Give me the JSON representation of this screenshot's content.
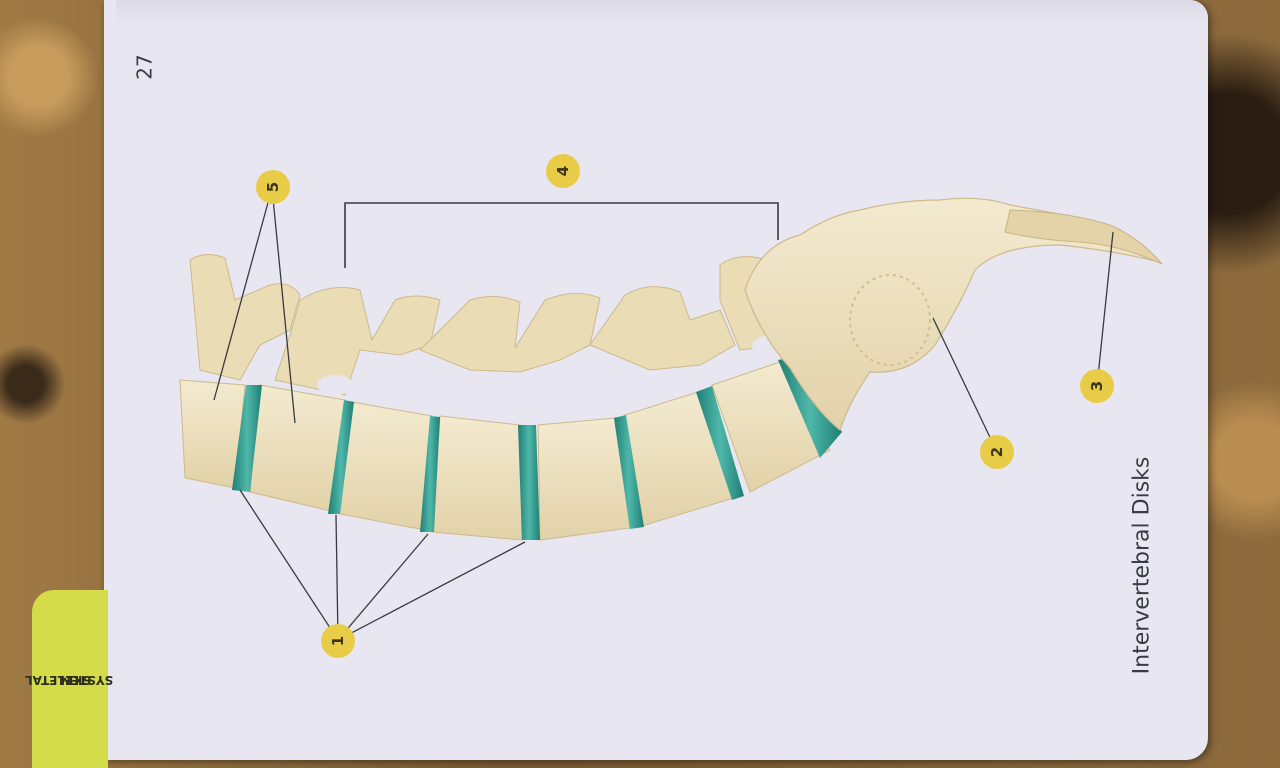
{
  "card": {
    "page_number": "27",
    "tab_label_line1": "SKELETAL",
    "tab_label_line2": "SYSTEM",
    "caption": "Intervertebral Disks"
  },
  "markers": [
    {
      "id": "1",
      "label": "1"
    },
    {
      "id": "2",
      "label": "2"
    },
    {
      "id": "3",
      "label": "3"
    },
    {
      "id": "4",
      "label": "4"
    },
    {
      "id": "5",
      "label": "5"
    }
  ],
  "colors": {
    "card": "#e8e7f1",
    "tab": "#d4dc4a",
    "marker": "#e8cb46",
    "bone": "#efe4c4",
    "disk": "#2f9c8f"
  }
}
